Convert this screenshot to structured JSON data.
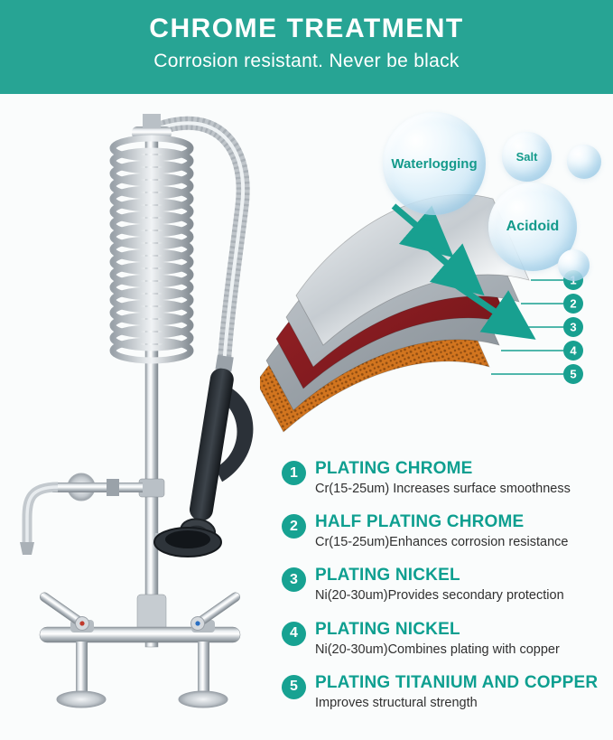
{
  "header": {
    "title": "CHROME TREATMENT",
    "subtitle": "Corrosion resistant. Never be black"
  },
  "bubbles": {
    "waterlogging": "Waterlogging",
    "salt": "Salt",
    "acidoid": "Acidoid"
  },
  "diagram": {
    "callouts": [
      "1",
      "2",
      "3",
      "4",
      "5"
    ],
    "layer_colors": {
      "plating_chrome": "#e7eaed",
      "half_plating_chrome": "#aab1b7",
      "dark_red": "#8f2026",
      "nickel_gray": "#98a0a7",
      "copper": "#d2751f"
    },
    "arrow_color": "#18a090"
  },
  "plating": {
    "items": [
      {
        "num": "1",
        "title": "PLATING CHROME",
        "desc": "Cr(15-25um) Increases surface smoothness"
      },
      {
        "num": "2",
        "title": "HALF PLATING CHROME",
        "desc": "Cr(15-25um)Enhances corrosion resistance"
      },
      {
        "num": "3",
        "title": "PLATING NICKEL",
        "desc": "Ni(20-30um)Provides secondary protection"
      },
      {
        "num": "4",
        "title": "PLATING NICKEL",
        "desc": "Ni(20-30um)Combines plating with copper"
      },
      {
        "num": "5",
        "title": "PLATING TITANIUM AND COPPER",
        "desc": "Improves structural strength"
      }
    ]
  },
  "colors": {
    "accent_teal": "#18a090",
    "header_bg": "#27a494",
    "text_dark": "#303030"
  }
}
